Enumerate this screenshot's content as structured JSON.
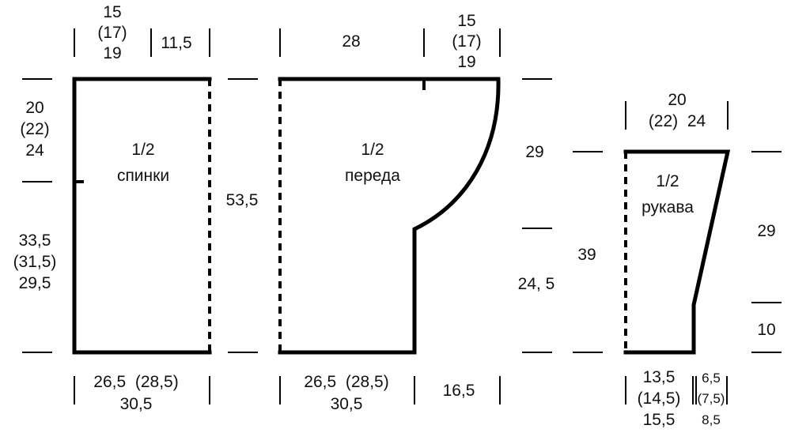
{
  "back": {
    "label_fraction": "1/2",
    "label_name": "спинки",
    "top_width": [
      "15",
      "(17)",
      "19"
    ],
    "top_shoulder": "11,5",
    "left_upper": [
      "20",
      "(22)",
      "24"
    ],
    "left_lower": [
      "33,5",
      "(31,5)",
      "29,5"
    ],
    "right_height": "53,5",
    "bottom_width": [
      "26,5  (28,5)",
      "30,5"
    ]
  },
  "front": {
    "label_fraction": "1/2",
    "label_name": "переда",
    "top_width": "28",
    "top_neck": [
      "15",
      "(17)",
      "19"
    ],
    "right_upper": "29",
    "right_lower": "24, 5",
    "bottom_width": [
      "26,5  (28,5)",
      "30,5"
    ],
    "bottom_neck": "16,5"
  },
  "sleeve": {
    "label_fraction": "1/2",
    "label_name": "рукава",
    "top_width": [
      "20",
      "(22)  24"
    ],
    "left_height": "39",
    "right_upper": "29",
    "right_lower": "10",
    "bottom_width": [
      "13,5",
      "(14,5)",
      "15,5"
    ],
    "bottom_extra": [
      "6,5",
      "(7,5)",
      "8,5"
    ]
  }
}
